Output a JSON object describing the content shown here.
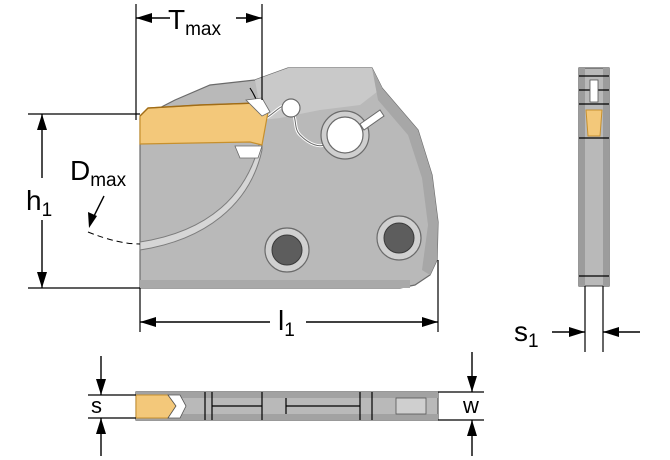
{
  "colors": {
    "body_gray": "#b9b9b9",
    "body_dark": "#8a8a8a",
    "insert_gold": "#f3c87a",
    "insert_edge": "#c7902d",
    "hole_dark": "#5d5d5d",
    "hole_ring": "#cfcfcf",
    "outline": "#555555"
  },
  "labels": {
    "tmax": {
      "main": "T",
      "sub": "max"
    },
    "dmax": {
      "main": "D",
      "sub": "max"
    },
    "h1": {
      "main": "h",
      "sub": "1"
    },
    "l1": {
      "main": "l",
      "sub": "1"
    },
    "s1": {
      "main": "s",
      "sub": "1"
    },
    "s": "s",
    "w": "w"
  }
}
